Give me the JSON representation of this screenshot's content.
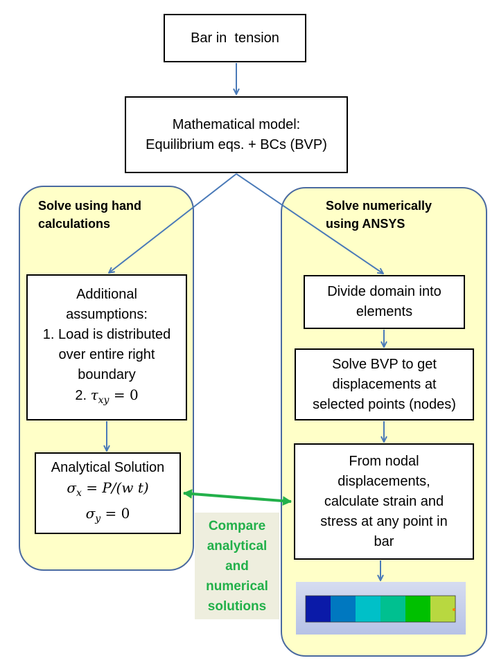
{
  "top_box": {
    "label": "Bar in  tension"
  },
  "model_box": {
    "line1": "Mathematical model:",
    "line2": "Equilibrium eqs. + BCs (BVP)"
  },
  "left_panel": {
    "title_line1": "Solve using hand",
    "title_line2": "calculations",
    "assumptions": {
      "lines": [
        "Additional",
        "assumptions:",
        "1. Load is distributed",
        "over entire right",
        "boundary"
      ],
      "eq_prefix": "2. ",
      "eq_symbol": "τ",
      "eq_sub": "xy",
      "eq_rest": " = 0"
    },
    "analytical": {
      "title": "Analytical Solution",
      "eq1_symbol": "σ",
      "eq1_sub": "x",
      "eq1_rest": " = P/(w t)",
      "eq2_symbol": "σ",
      "eq2_sub": "y",
      "eq2_rest": " = 0"
    }
  },
  "right_panel": {
    "title_line1": "Solve numerically",
    "title_line2": "using ANSYS",
    "step1": [
      "Divide domain into",
      "elements"
    ],
    "step2": [
      "Solve BVP to get",
      "displacements at",
      "selected points (nodes)"
    ],
    "step3": [
      "From nodal",
      "displacements,",
      "calculate strain and",
      "stress at any point in",
      "bar"
    ],
    "contour_colors": [
      "#0a1aa8",
      "#0078c0",
      "#00c0c8",
      "#00c090",
      "#00c000",
      "#b8d840"
    ]
  },
  "compare": {
    "lines": [
      "Compare",
      "analytical",
      "and",
      "numerical",
      "solutions"
    ]
  },
  "colors": {
    "panel_fill": "#ffffc8",
    "panel_border": "#4a6aa0",
    "arrow_blue": "#4a7ab8",
    "compare_green": "#22b04a"
  }
}
